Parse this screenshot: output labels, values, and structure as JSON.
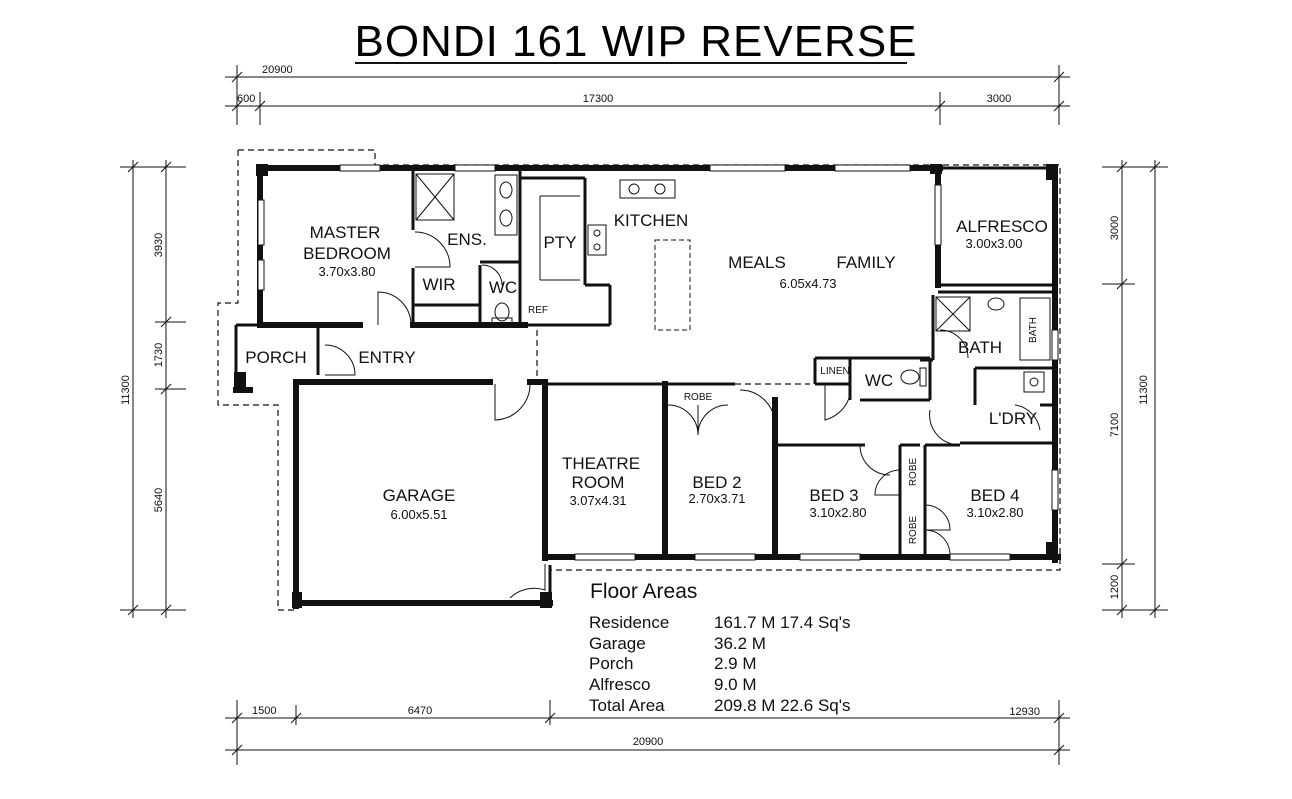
{
  "title": "BONDI 161 WIP REVERSE",
  "dimensions": {
    "top_overall": "20900",
    "top_left": "600",
    "top_middle": "17300",
    "top_right": "3000",
    "left_overall": "11300",
    "left_top": "3930",
    "left_middle": "1730",
    "left_bottom": "5640",
    "right_overall": "11300",
    "right_top": "3000",
    "right_middle": "7100",
    "right_bottom": "1200",
    "bottom_left": "1500",
    "bottom_middle": "6470",
    "bottom_right": "12930",
    "bottom_overall": "20900"
  },
  "rooms": {
    "master_line1": "MASTER",
    "master_line2": "BEDROOM",
    "master_size": "3.70x3.80",
    "ens": "ENS.",
    "wir": "WIR",
    "wc1": "WC",
    "pty": "PTY",
    "ref": "REF",
    "kitchen": "KITCHEN",
    "meals": "MEALS",
    "family": "FAMILY",
    "meals_size": "6.05x4.73",
    "alfresco": "ALFRESCO",
    "alfresco_size": "3.00x3.00",
    "porch": "PORCH",
    "entry": "ENTRY",
    "bath": "BATH",
    "bath_tub": "BATH",
    "linen": "LINEN",
    "wc2": "WC",
    "ldry": "L'DRY",
    "garage": "GARAGE",
    "garage_size": "6.00x5.51",
    "theatre_line1": "THEATRE",
    "theatre_line2": "ROOM",
    "theatre_size": "3.07x4.31",
    "robe1": "ROBE",
    "bed2": "BED 2",
    "bed2_size": "2.70x3.71",
    "bed3": "BED 3",
    "bed3_size": "3.10x2.80",
    "robe2": "ROBE",
    "robe3": "ROBE",
    "bed4": "BED 4",
    "bed4_size": "3.10x2.80"
  },
  "floor_areas": {
    "heading": "Floor Areas",
    "rows": [
      {
        "label": "Residence",
        "value": "161.7 M 17.4 Sq's"
      },
      {
        "label": "Garage",
        "value": "36.2 M"
      },
      {
        "label": "Porch",
        "value": "2.9 M"
      },
      {
        "label": "Alfresco",
        "value": "9.0 M"
      },
      {
        "label": "Total Area",
        "value": "209.8 M 22.6 Sq's"
      }
    ]
  }
}
